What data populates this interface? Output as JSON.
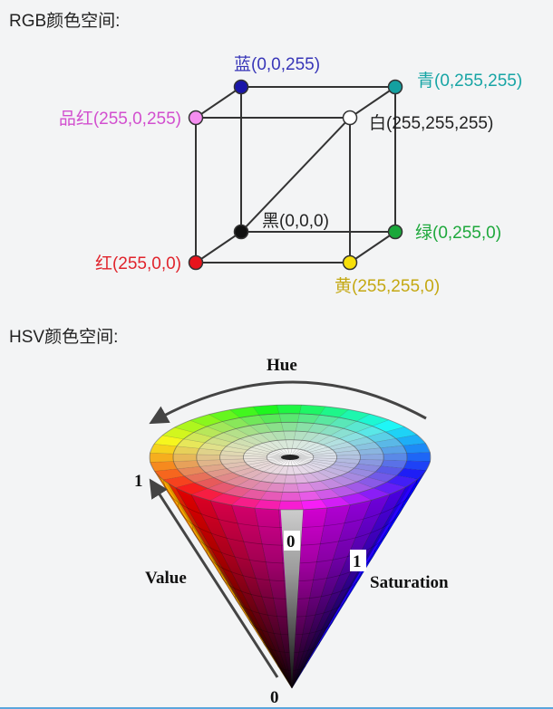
{
  "rgb_section": {
    "heading": "RGB颜色空间:",
    "vertices": {
      "blue": {
        "label": "蓝(0,0,255)",
        "color": "#1a16a8",
        "text_color": "#3836b8"
      },
      "cyan": {
        "label": "青(0,255,255)",
        "color": "#14a0a0",
        "text_color": "#17a5a5"
      },
      "magenta": {
        "label": "品红(255,0,255)",
        "color": "#f58ef0",
        "text_color": "#d24fcf"
      },
      "white": {
        "label": "白(255,255,255)",
        "color": "#ffffff",
        "text_color": "#222222"
      },
      "black": {
        "label": "黑(0,0,0)",
        "color": "#111111",
        "text_color": "#222222"
      },
      "green": {
        "label": "绿(0,255,0)",
        "color": "#1aa83a",
        "text_color": "#1ea83c"
      },
      "red": {
        "label": "红(255,0,0)",
        "color": "#e8141c",
        "text_color": "#e0242c"
      },
      "yellow": {
        "label": "黄(255,255,0)",
        "color": "#f7df0a",
        "text_color": "#c4a812"
      }
    }
  },
  "hsv_section": {
    "heading": "HSV颜色空间:",
    "labels": {
      "hue": "Hue",
      "value": "Value",
      "saturation": "Saturation",
      "value_top": "1",
      "value_bottom": "0",
      "saturation_center": "0",
      "saturation_edge": "1"
    }
  }
}
